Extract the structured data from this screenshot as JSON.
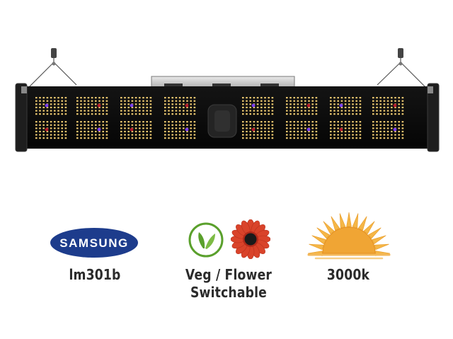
{
  "product": {
    "name": "LED grow light fixture",
    "led_warm_color": "#e8c56e",
    "led_red_color": "#b21a2c",
    "led_blue_color": "#7a3df0",
    "frame_color": "#2a2a2a"
  },
  "features": [
    {
      "icon": "samsung-logo",
      "brand_text": "SAMSUNG",
      "label": "lm301b"
    },
    {
      "icon": "leaf-and-flower-icons",
      "label_line1": "Veg / Flower",
      "label_line2": "Switchable"
    },
    {
      "icon": "sun-icon",
      "label": "3000k"
    }
  ],
  "colors": {
    "samsung_blue": "#1d3c8c",
    "leaf_green": "#5aa02c",
    "flower_red": "#d9432a",
    "sun_orange": "#f0a534",
    "text": "#2b2b2b"
  }
}
